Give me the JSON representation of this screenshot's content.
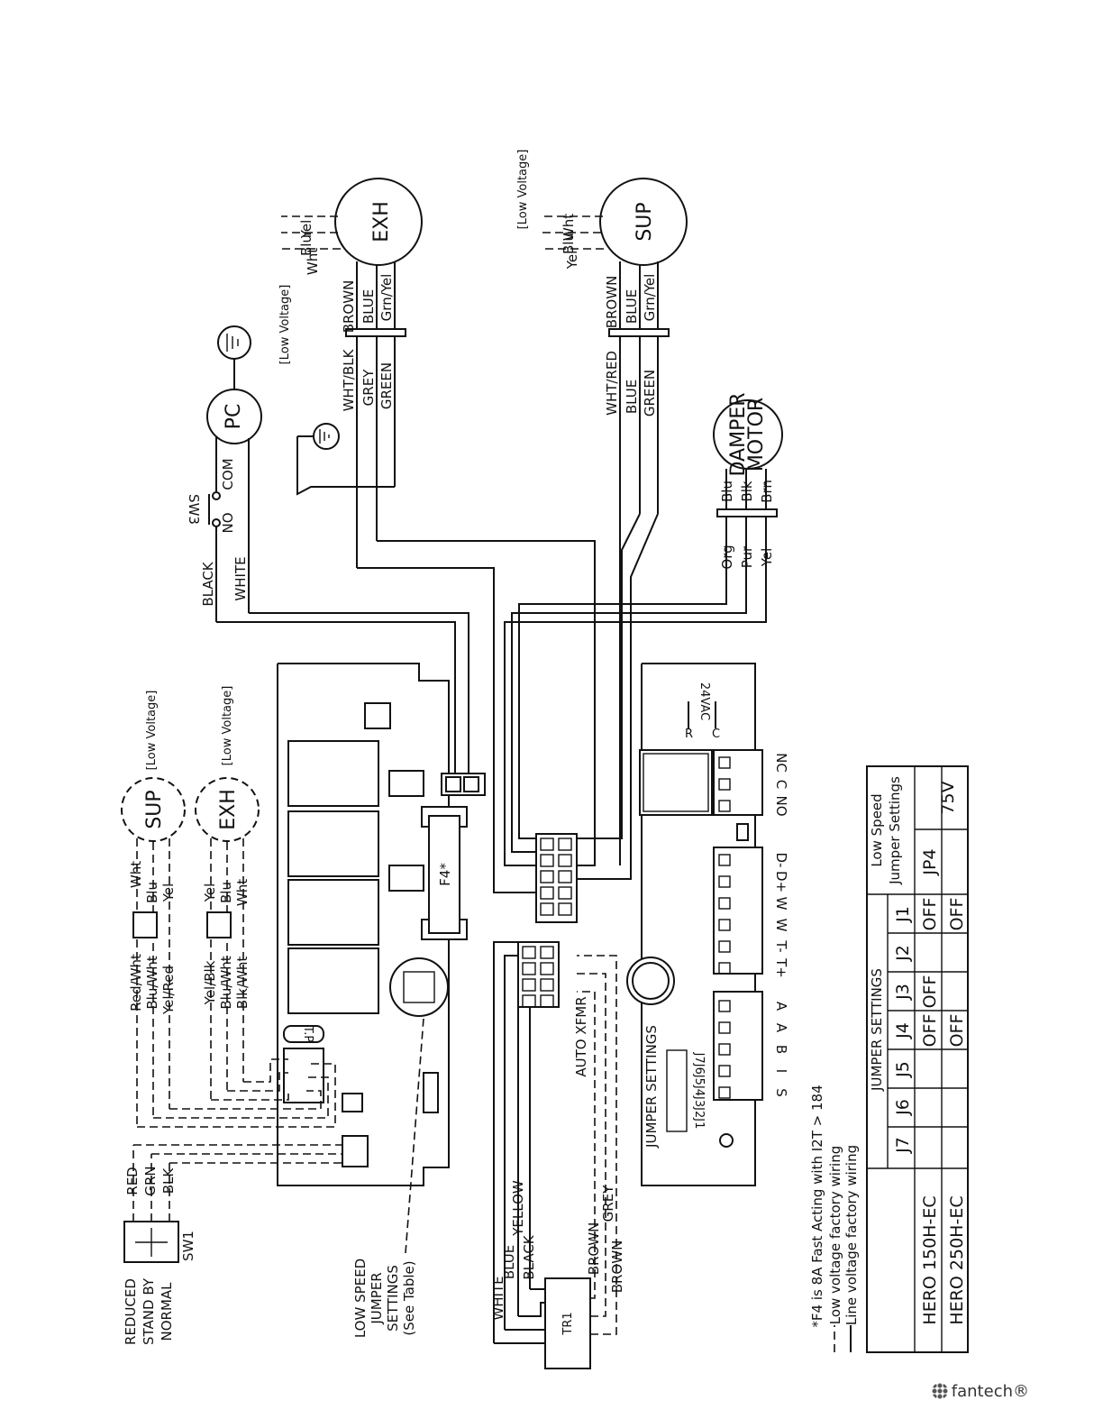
{
  "motors": {
    "exh_top": {
      "label": "EXH",
      "wires": [
        "Yel",
        "Blu",
        "Wht"
      ],
      "voltage": "[Low Voltage]",
      "leads": [
        "BROWN",
        "BLUE",
        "Grn/Yel"
      ],
      "harness": [
        "WHT/BLK",
        "GREY",
        "GREEN"
      ]
    },
    "sup_top": {
      "label": "SUP",
      "wires": [
        "Wht",
        "Blu",
        "Yel"
      ],
      "voltage": "[Low Voltage]",
      "leads": [
        "BROWN",
        "BLUE",
        "Grn/Yel"
      ],
      "harness": [
        "WHT/RED",
        "BLUE",
        "GREEN"
      ]
    },
    "sup_left": {
      "label": "SUP",
      "voltage": "[Low Voltage]",
      "wires": [
        "Wht",
        "Blu",
        "Yel"
      ],
      "harness": [
        "Red/Wht",
        "Blu/Wht",
        "Yel/Red"
      ]
    },
    "exh_left": {
      "label": "EXH",
      "voltage": "[Low Voltage]",
      "wires": [
        "Yel",
        "Blu",
        "Wht"
      ],
      "harness": [
        "Yel/Blk",
        "Blu/Wht",
        "Blk/Wht"
      ]
    }
  },
  "pc": {
    "label": "PC"
  },
  "sw3": {
    "label": "SW3",
    "no": "NO",
    "com": "COM",
    "black": "BLACK",
    "white": "WHITE"
  },
  "damper": {
    "label1": "DAMPER",
    "label2": "MOTOR",
    "wires": [
      "Blu",
      "Blk",
      "Brn"
    ],
    "harness": [
      "Org",
      "Pur",
      "Yel"
    ]
  },
  "board": {
    "fuse": "F4*",
    "tp": "T.P",
    "auto_xfmr": "AUTO XFMR",
    "jumper_settings": "JUMPER SETTINGS",
    "jumper_pins": "J7J6J5J4J3J2J1",
    "vac": "24VAC",
    "r": "R",
    "c": "C",
    "terminals_top": [
      "NC",
      "C",
      "NO"
    ],
    "terminals_mid": [
      "D-",
      "D+",
      "W",
      "W",
      "T-",
      "T+"
    ],
    "terminals_bot": [
      "A",
      "A",
      "B",
      "I",
      "S"
    ]
  },
  "transformer": {
    "label": "TR1",
    "wires_left": [
      "WHITE",
      "BLUE",
      "BLACK",
      "YELLOW"
    ],
    "wires_right": [
      "BROWN",
      "GREY",
      "BROWN"
    ]
  },
  "sw1": {
    "label": "SW1",
    "wires": [
      "RED",
      "GRN",
      "BLK"
    ],
    "positions": [
      "REDUCED",
      "STAND BY",
      "NORMAL"
    ]
  },
  "low_speed_note": [
    "LOW SPEED",
    "JUMPER",
    "SETTINGS",
    "(See Table)"
  ],
  "notes": {
    "f4": "*F4 is 8A Fast Acting with I2T > 184",
    "low": "Low voltage factory wiring",
    "line": "Line voltage factory wiring"
  },
  "table": {
    "title": "JUMPER SETTINGS",
    "low_speed_title": "Low Speed Jumper Settings",
    "headers": [
      "J7",
      "J6",
      "J5",
      "J4",
      "J3",
      "J2",
      "J1",
      "JP4"
    ],
    "rows": [
      {
        "model": "HERO 150H-EC",
        "values": [
          "",
          "",
          "",
          "OFF",
          "OFF",
          "",
          "OFF"
        ],
        "jp4": "75V"
      },
      {
        "model": "HERO 250H-EC",
        "values": [
          "",
          "",
          "",
          "OFF",
          "",
          "",
          "OFF"
        ],
        "jp4": ""
      }
    ]
  },
  "brand": "fantech®"
}
